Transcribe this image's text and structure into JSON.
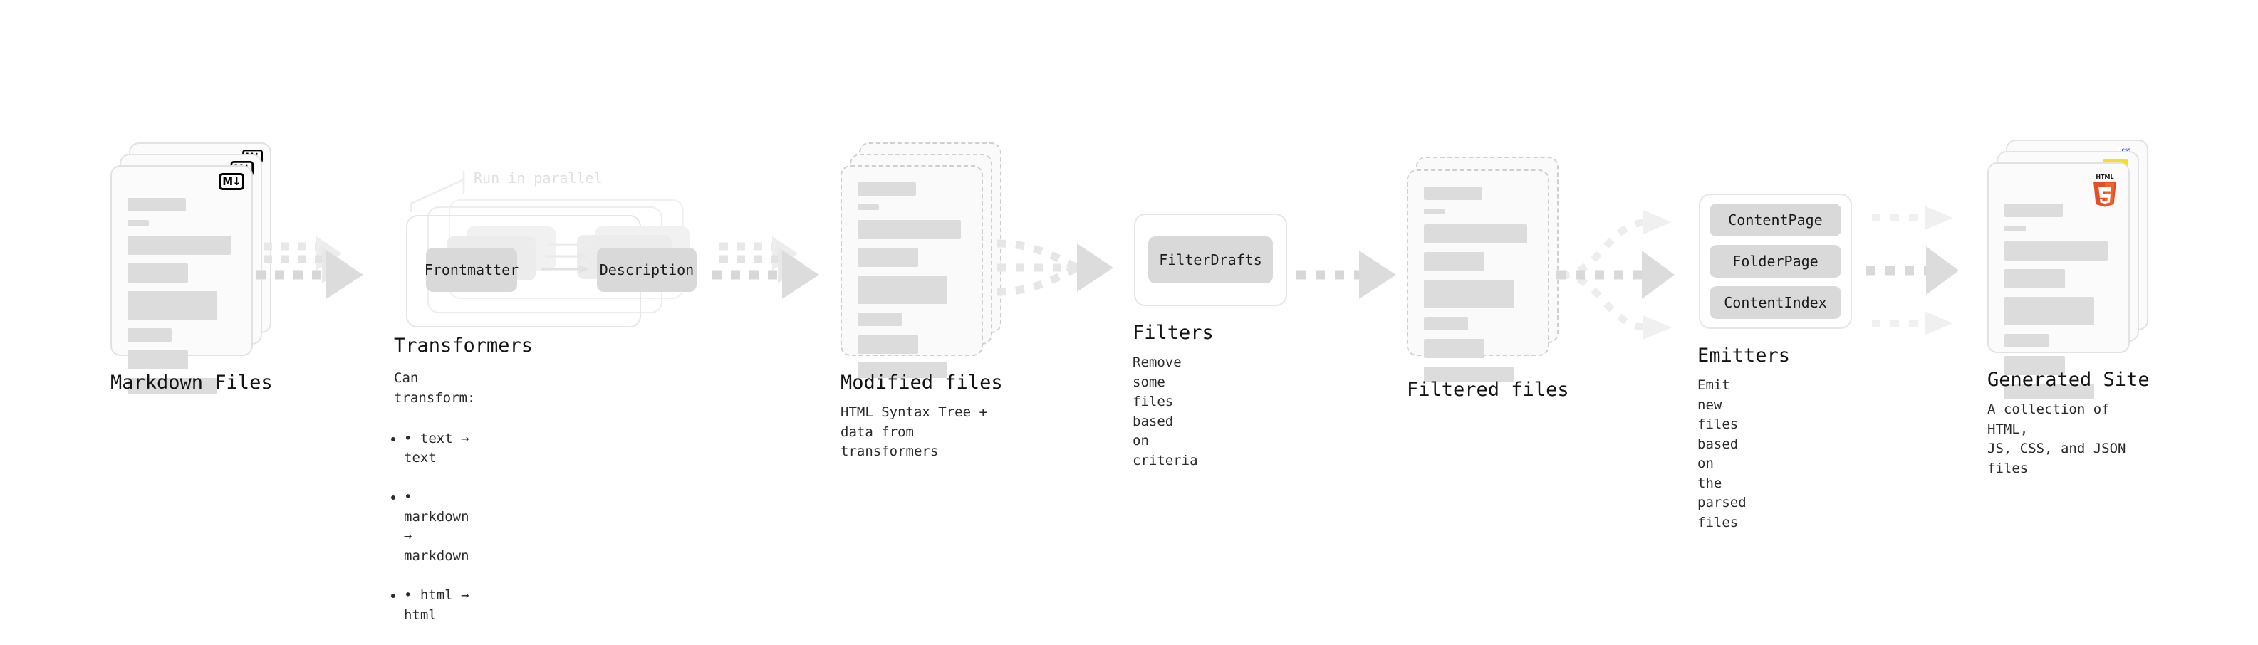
{
  "diagram": {
    "title": "Static site generation pipeline",
    "palette": {
      "bar": "#dcdcdc",
      "card_border": "#e2e2e2",
      "dashed_border": "#cfcfcf",
      "chip": "#d9d9d9",
      "arrow": "#dcdcdc",
      "ghost_text": "#e0e0e0",
      "text": "#131313",
      "html5_orange": "#e44d26",
      "html5_orange_light": "#f16529",
      "js_yellow": "#f7df1e",
      "css_blue": "#264de4"
    },
    "stages": [
      {
        "id": "markdown-files",
        "kind": "document-stack",
        "title": "Markdown Files",
        "description": "",
        "badge": {
          "icon": "markdown-icon",
          "label": "M↓"
        },
        "stack_count": 3,
        "dashed": false
      },
      {
        "id": "transformers",
        "kind": "group",
        "title": "Transformers",
        "description": "Can transform:",
        "bullets": [
          "text → text",
          "markdown → markdown",
          "html → html"
        ],
        "annotation": "Run in parallel",
        "chips": [
          "Frontmatter",
          "Description"
        ],
        "stack_count": 3
      },
      {
        "id": "modified-files",
        "kind": "document-stack",
        "title": "Modified files",
        "description": "HTML Syntax Tree +\ndata from transformers",
        "stack_count": 3,
        "dashed": true
      },
      {
        "id": "filters",
        "kind": "group",
        "title": "Filters",
        "description": "Remove some files based\non criteria",
        "chips": [
          "FilterDrafts"
        ],
        "stack_count": 1
      },
      {
        "id": "filtered-files",
        "kind": "document-stack",
        "title": "Filtered files",
        "description": "",
        "stack_count": 2,
        "dashed": true
      },
      {
        "id": "emitters",
        "kind": "group",
        "title": "Emitters",
        "description": "Emit new files based on\nthe parsed files",
        "chips": [
          "ContentPage",
          "FolderPage",
          "ContentIndex"
        ],
        "stack_count": 1
      },
      {
        "id": "generated-site",
        "kind": "document-stack",
        "title": "Generated Site",
        "description": "A collection of HTML,\nJS, CSS, and JSON files",
        "badges": [
          "html5-icon",
          "js-icon",
          "css-icon"
        ],
        "badge_labels": {
          "html5": "HTML",
          "css": "CSS"
        },
        "stack_count": 3,
        "dashed": false
      }
    ],
    "connectors": [
      {
        "id": "c1",
        "from": "markdown-files",
        "to": "transformers",
        "style": "triple-parallel"
      },
      {
        "id": "c2",
        "from": "transformers",
        "to": "modified-files",
        "style": "triple-parallel"
      },
      {
        "id": "c3",
        "from": "modified-files",
        "to": "filters",
        "style": "converge"
      },
      {
        "id": "c4",
        "from": "filters",
        "to": "filtered-files",
        "style": "single"
      },
      {
        "id": "c5",
        "from": "filtered-files",
        "to": "emitters",
        "style": "diverge"
      },
      {
        "id": "c6",
        "from": "emitters",
        "to": "generated-site",
        "style": "triple-parallel"
      }
    ],
    "doc_bars": [
      {
        "w": 0.42,
        "h": 26
      },
      {
        "w": 0.16,
        "h": 11
      },
      {
        "w": 1.0,
        "h": 38
      },
      {
        "w": 0.56,
        "h": 38
      },
      {
        "w": 0.88,
        "h": 56
      },
      {
        "w": 0.4,
        "h": 26
      },
      {
        "w": 0.56,
        "h": 38
      },
      {
        "w": 0.88,
        "h": 30
      }
    ]
  }
}
